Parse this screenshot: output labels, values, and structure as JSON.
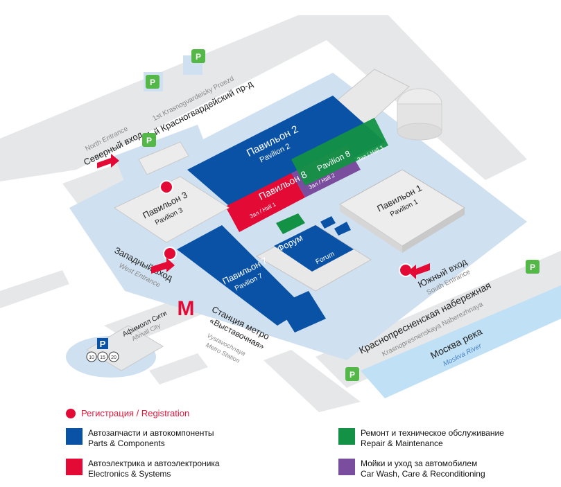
{
  "map": {
    "entrances": {
      "north": {
        "ru": "Северный вход",
        "en": "North Entrance"
      },
      "west": {
        "ru": "Западный вход",
        "en": "West Entrance"
      },
      "south": {
        "ru": "Южный вход",
        "en": "South Entrance"
      }
    },
    "streets": {
      "krasnogvardeysky_ru": "1-й Красногвардейский пр-д",
      "krasnogvardeysky_en": "1st Krasnogvardeisky Proezd",
      "naberezhnaya_ru": "Краснопресненская набережная",
      "naberezhnaya_en": "Krasnopresnenskaya Naberezhnaya",
      "river_ru": "Москва река",
      "river_en": "Moskva River"
    },
    "pavilions": {
      "p1": {
        "ru": "Павильон 1",
        "en": "Pavilion 1"
      },
      "p2": {
        "ru": "Павильон 2",
        "en": "Pavilion 2"
      },
      "p3": {
        "ru": "Павильон 3",
        "en": "Pavilion 3"
      },
      "p7": {
        "ru": "Павильон 7",
        "en": "Pavilion 7"
      },
      "p8_ru": "Павильон 8",
      "p8_en": "Pavilion 8",
      "hall1": "Зал / Hall 1",
      "hall2": "Зал / Hall 2",
      "hall3": "Зал / Hall 3",
      "forum": {
        "ru": "Форум",
        "en": "Forum"
      }
    },
    "metro": {
      "line1": "Станция метро",
      "line2": "«Выставочная»",
      "en1": "Vystavochnaya",
      "en2": "Metro Station",
      "logo": "М"
    },
    "mall": {
      "ru": "Афимолл Сити",
      "en": "Afimall City",
      "parking": "P",
      "nums": [
        "10",
        "15",
        "20"
      ]
    },
    "parking_label": "P"
  },
  "legend": {
    "registration": "Регистрация / Registration",
    "items": [
      {
        "ru": "Автозапчасти и автокомпоненты",
        "en": "Parts & Components",
        "color": "#0a52a6"
      },
      {
        "ru": "Автоэлектрика и автоэлектроника",
        "en": "Electronics & Systems",
        "color": "#e30a35"
      },
      {
        "ru": "Ремонт и техническое обслуживание",
        "en": "Repair & Maintenance",
        "color": "#139144"
      },
      {
        "ru": "Мойки и уход за автомобилем",
        "en": "Car Wash, Care & Reconditioning",
        "color": "#7a4d9e"
      }
    ]
  },
  "colors": {
    "parts": "#0a52a6",
    "electronics": "#e30a35",
    "repair": "#139144",
    "carwash": "#7a4d9e",
    "ground": "#cfe0f0",
    "road": "#e6e7e8",
    "water": "#bfe0f5",
    "parking": "#53b848"
  }
}
